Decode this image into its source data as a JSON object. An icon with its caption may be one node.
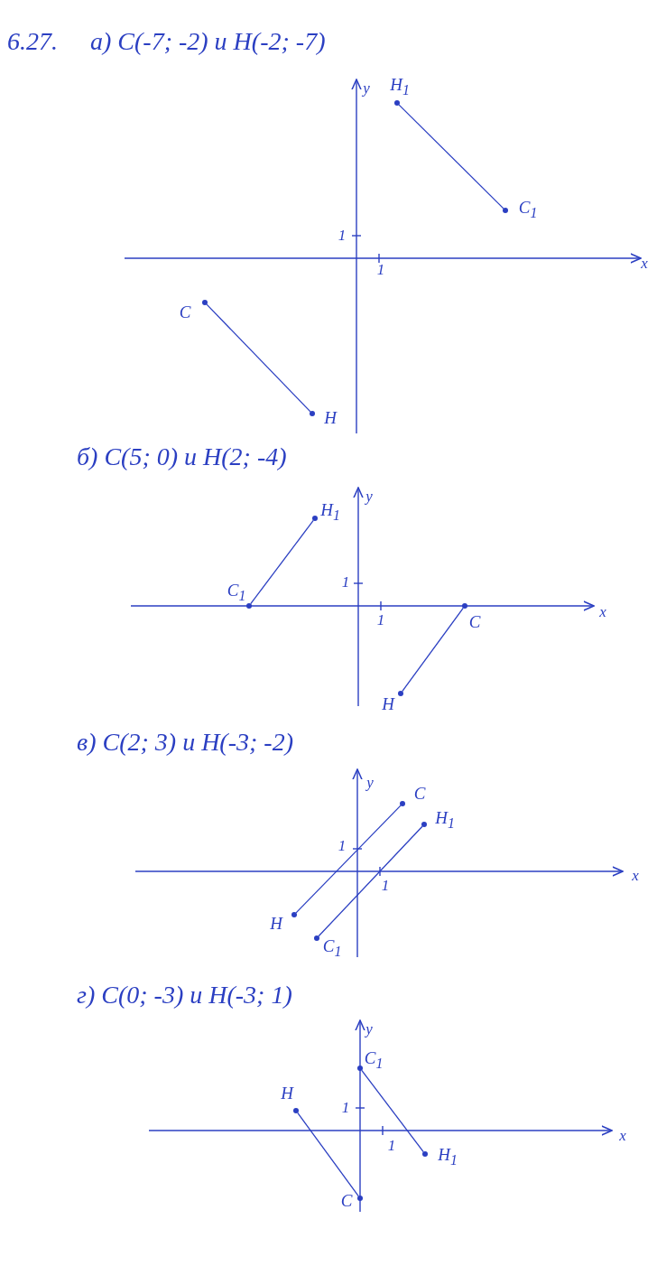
{
  "diagram": {
    "nodes": [
      {
        "text": [],
        "shape": "circle",
        "beside": [
          "C"
        ]
      },
      {
        "text": [],
        "shape": "circle",
        "beside": [
          "H"
        ]
      },
      {
        "text": [],
        "shape": "circle",
        "beside": [
          "C$_{1}$"
        ]
      },
      {
        "text": [],
        "shape": "circle",
        "beside": [
          "H$_{1}$"
        ]
      },
      {
        "text": [],
        "shape": "circle",
        "beside": [
          "C"
        ]
      },
      {
        "text": [],
        "shape": "circle",
        "beside": [
          "H"
        ]
      },
      {
        "text": [],
        "shape": "circle",
        "beside": [
          "C$_{1}$"
        ]
      },
      {
        "text": [],
        "shape": "circle",
        "beside": [
          "H$_{1}$"
        ]
      },
      {
        "text": [],
        "shape": "circle",
        "beside": [
          "C"
        ]
      },
      {
        "text": [],
        "shape": "circle",
        "beside": [
          "H"
        ]
      },
      {
        "text": [],
        "shape": "circle",
        "beside": [
          "C$_{1}$"
        ]
      },
      {
        "text": [],
        "shape": "circle",
        "beside": [
          "H$_{1}$"
        ]
      },
      {
        "text": [],
        "shape": "circle",
        "beside": [
          "C"
        ]
      },
      {
        "text": [],
        "shape": "circle",
        "beside": [
          "H"
        ]
      },
      {
        "text": [],
        "shape": "circle",
        "beside": [
          "C$_{1}$"
        ]
      },
      {
        "text": [],
        "shape": "circle",
        "beside": [
          "H$_{1}$"
        ]
      }
    ],
    "edges": [
      {
        "from": 0,
        "to": 1,
        "arrow": "none"
      },
      {
        "from": 2,
        "to": 3,
        "arrow": "none"
      },
      {
        "from": 4,
        "to": 5,
        "arrow": "none"
      },
      {
        "from": 6,
        "to": 7,
        "arrow": "none"
      },
      {
        "from": 8,
        "to": 9,
        "arrow": "none"
      },
      {
        "from": 10,
        "to": 11,
        "arrow": "none"
      },
      {
        "from": 12,
        "to": 13,
        "arrow": "none"
      },
      {
        "from": 14,
        "to": 15,
        "arrow": "none"
      }
    ],
    "labels": [
      "6.27.",
      "а) C(-7; -2) и H(-2; -7)",
      "y",
      "1",
      "1",
      "x",
      "б) C(5; 0) и H(2; -4)",
      "y",
      "1",
      "1",
      "x",
      "в) C(2; 3) и H(-3; -2)",
      "y",
      "1",
      "1",
      "x",
      "г) C(0; -3) и H(-3; 1)",
      "y",
      "1",
      "1",
      "x"
    ]
  }
}
